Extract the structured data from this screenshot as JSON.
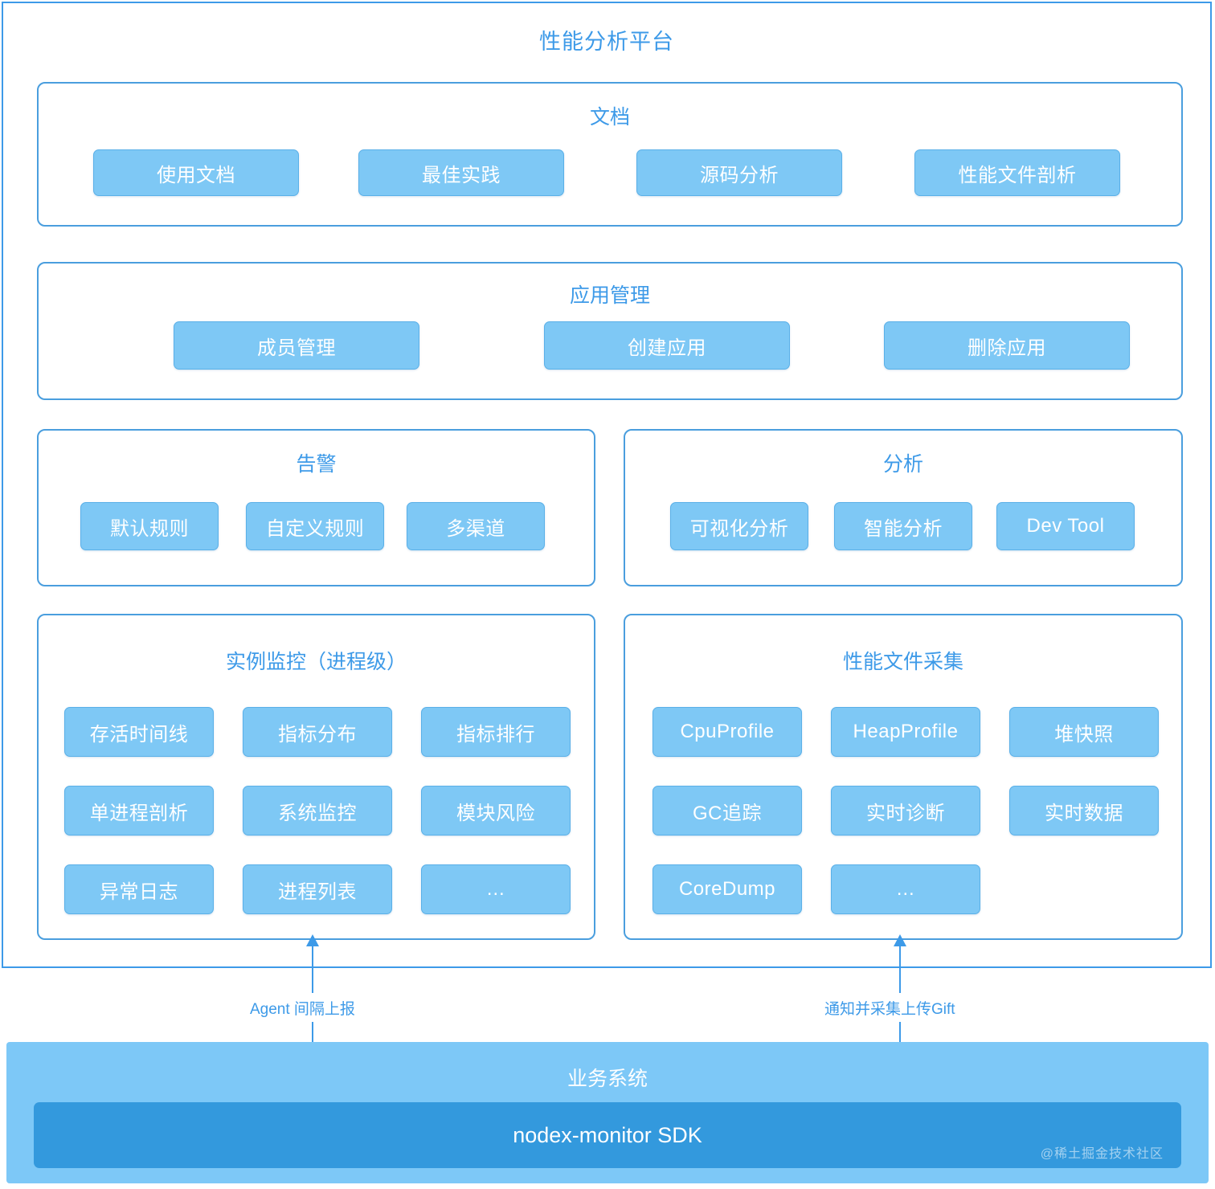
{
  "platform": {
    "title": "性能分析平台"
  },
  "sections": {
    "docs": {
      "title": "文档",
      "chips": [
        "使用文档",
        "最佳实践",
        "源码分析",
        "性能文件剖析"
      ]
    },
    "app_management": {
      "title": "应用管理",
      "chips": [
        "成员管理",
        "创建应用",
        "删除应用"
      ]
    },
    "alert": {
      "title": "告警",
      "chips": [
        "默认规则",
        "自定义规则",
        "多渠道"
      ]
    },
    "analysis": {
      "title": "分析",
      "chips": [
        "可视化分析",
        "智能分析",
        "Dev Tool"
      ]
    },
    "instance_monitor": {
      "title": "实例监控（进程级）",
      "chips": [
        "存活时间线",
        "指标分布",
        "指标排行",
        "单进程剖析",
        "系统监控",
        "模块风险",
        "异常日志",
        "进程列表",
        "…"
      ]
    },
    "profile_collect": {
      "title": "性能文件采集",
      "chips": [
        "CpuProfile",
        "HeapProfile",
        "堆快照",
        "GC追踪",
        "实时诊断",
        "实时数据",
        "CoreDump",
        "…"
      ]
    }
  },
  "connectors": {
    "left_label": "Agent 间隔上报",
    "right_label": "通知并采集上传Gift"
  },
  "business": {
    "title": "业务系统",
    "sdk_label": "nodex-monitor SDK",
    "watermark": "@稀土掘金技术社区"
  },
  "colors": {
    "accent": "#3d9ae8",
    "chip_fill": "#7ec8f5",
    "chip_border": "#5ab0e8",
    "business_fill": "#7dc8f7",
    "sdk_fill": "#3399dd"
  }
}
